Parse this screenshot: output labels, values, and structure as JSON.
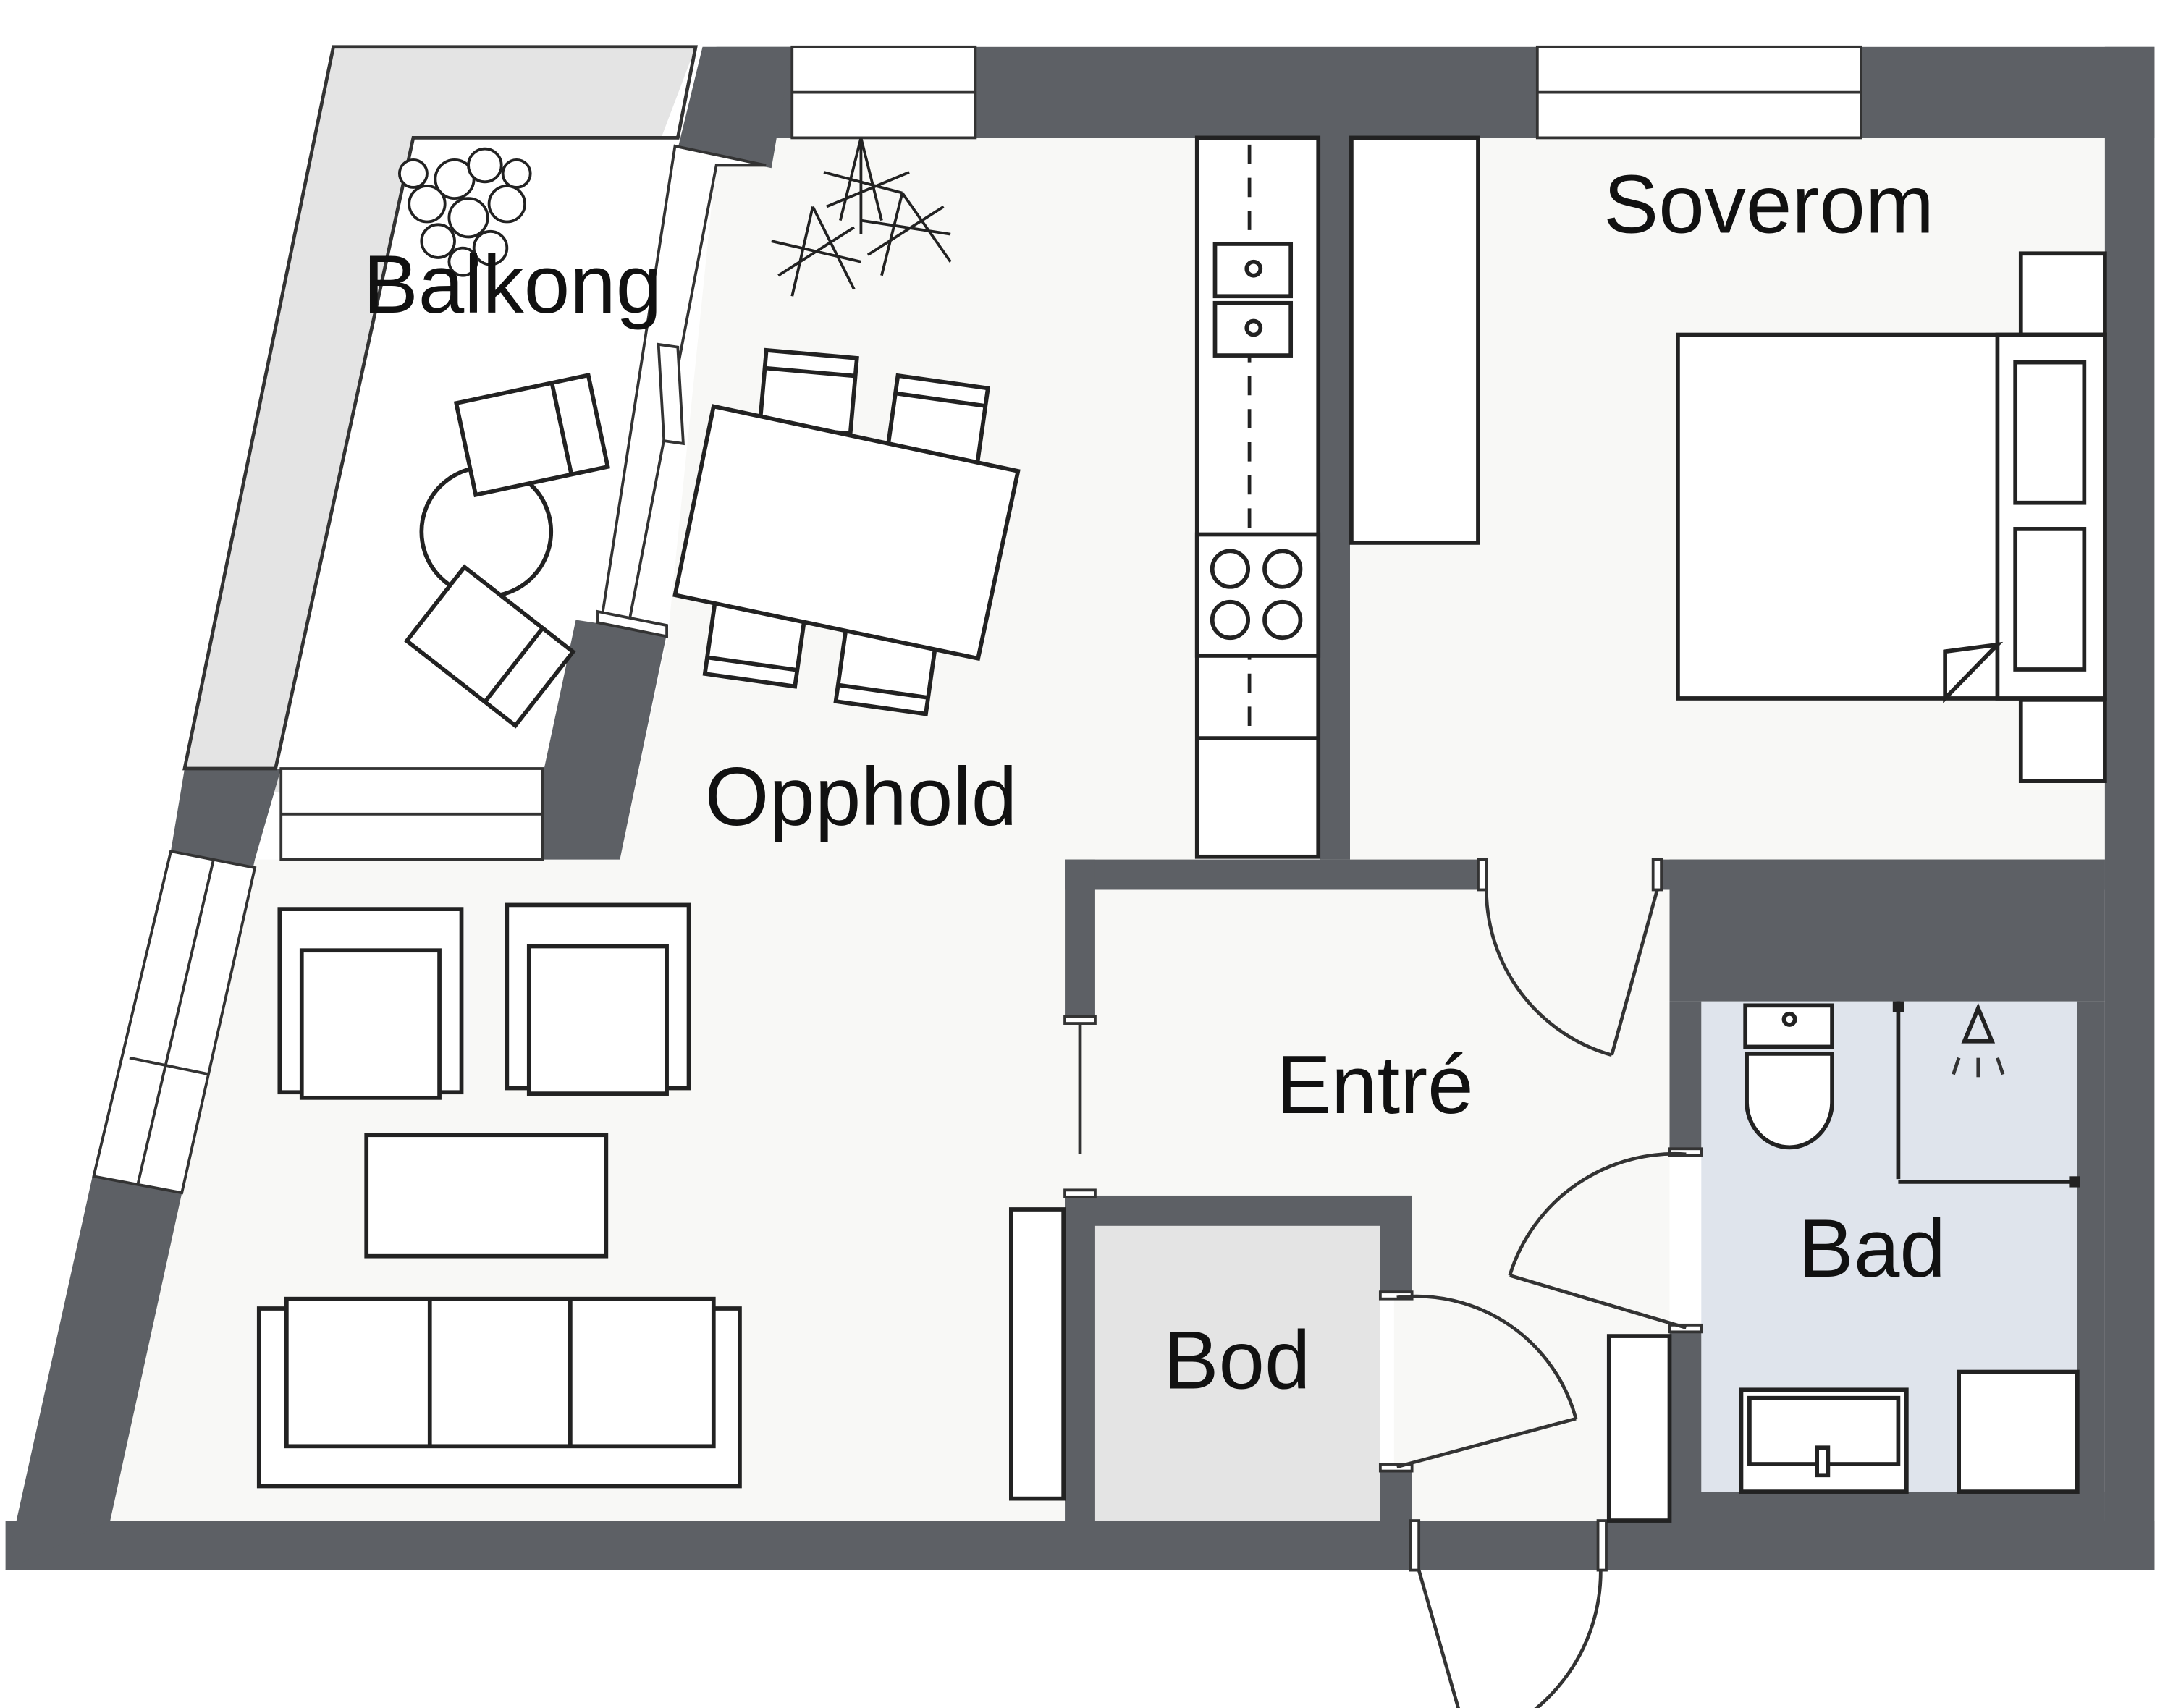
{
  "rooms": {
    "balkong": "Balkong",
    "opphold": "Opphold",
    "soverom": "Soverom",
    "entre": "Entré",
    "bod": "Bod",
    "bad": "Bad"
  },
  "colors": {
    "wall": "#5d6065",
    "floor": "#f8f8f6",
    "balcony": "#e4e4e4",
    "storage": "#e4e4e4",
    "bathroom": "#dfe4ec"
  }
}
